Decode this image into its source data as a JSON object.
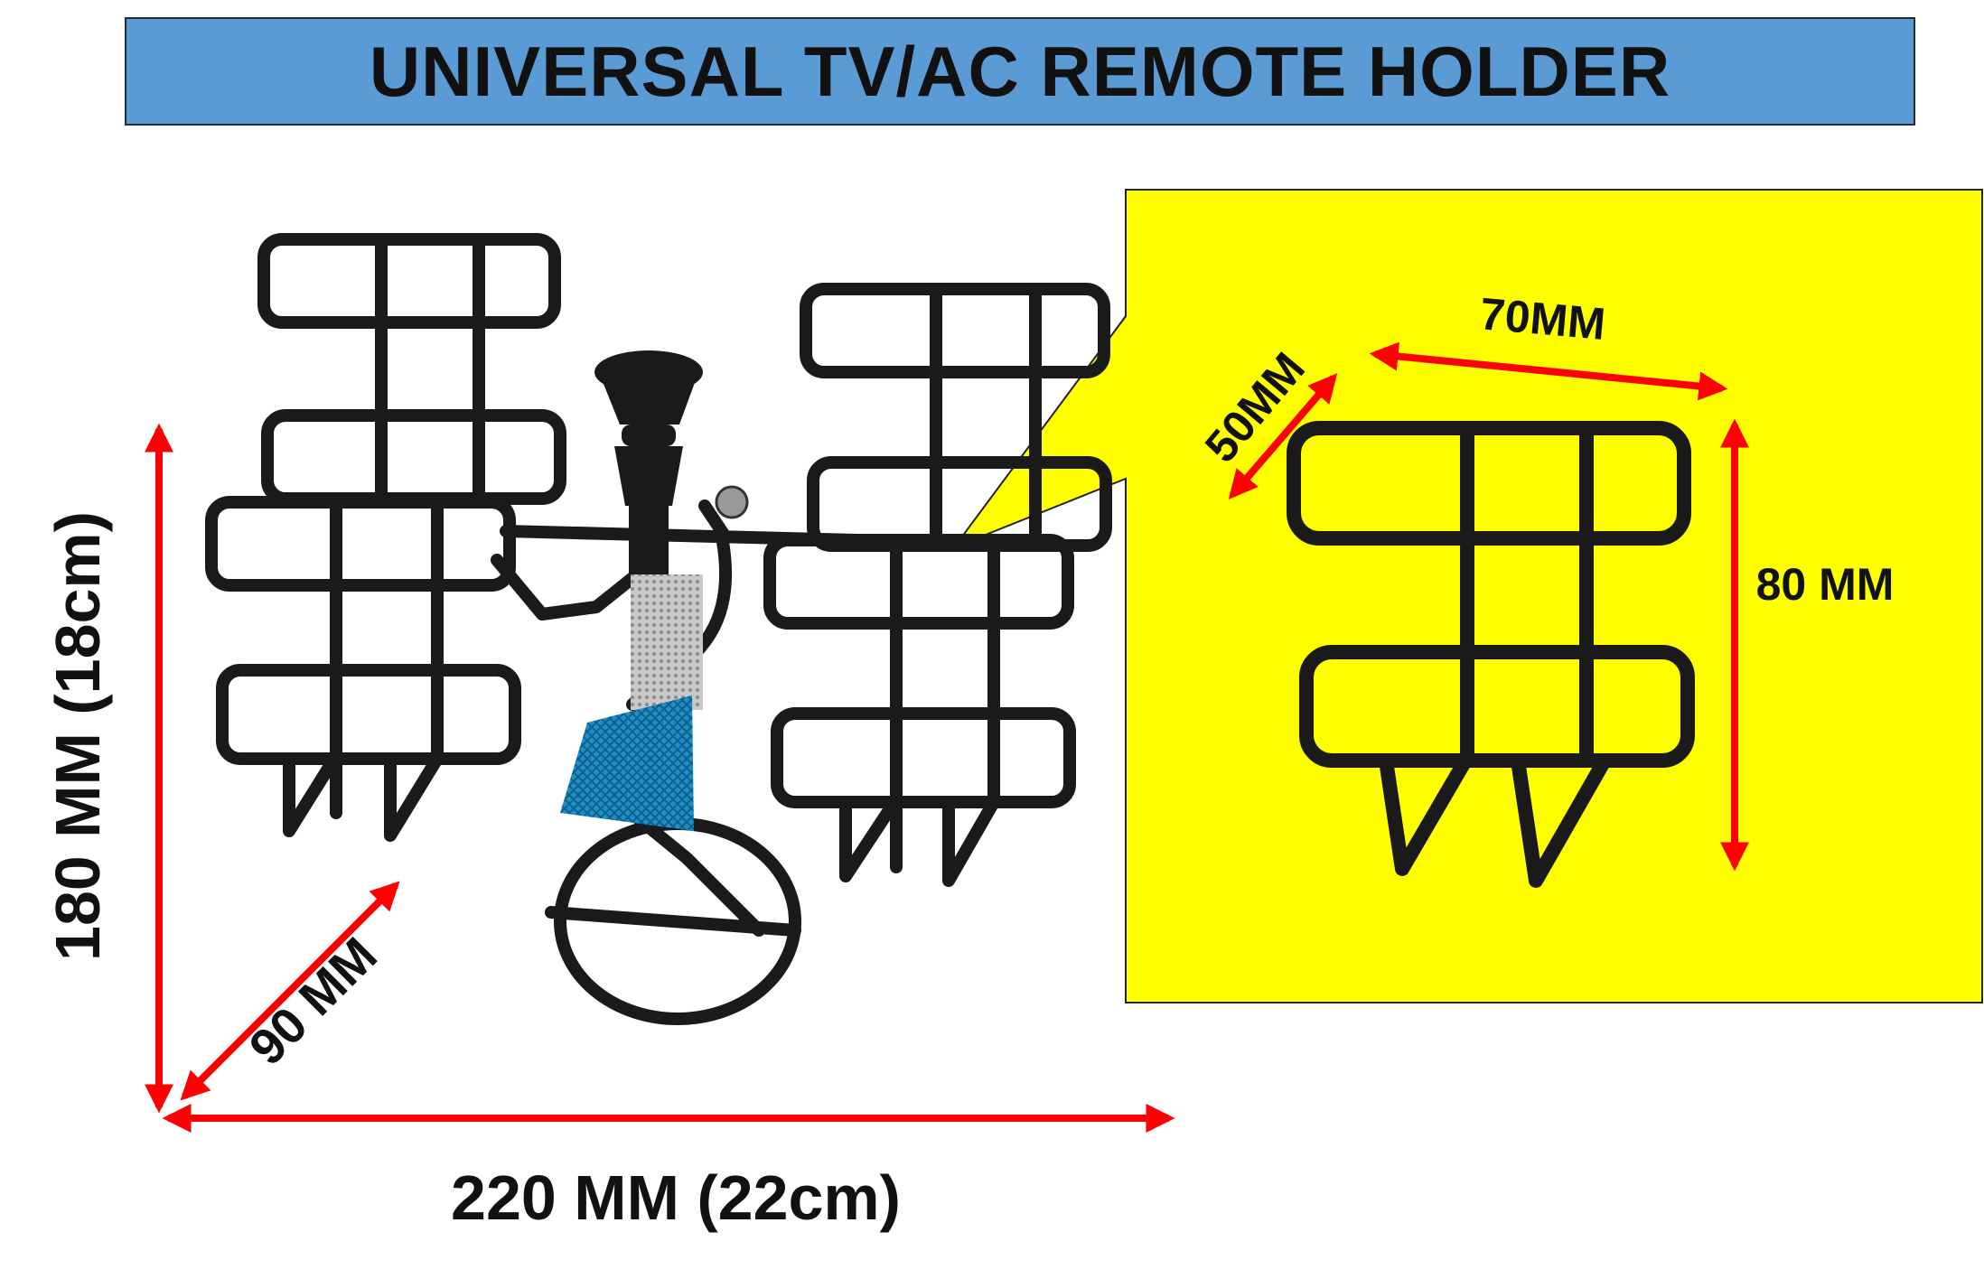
{
  "title": "UNIVERSAL TV/AC REMOTE HOLDER",
  "dimensions": {
    "height": "180 MM (18cm)",
    "width": "220 MM (22cm)",
    "depth": "90 MM",
    "slot_width": "70MM",
    "slot_depth": "50MM",
    "slot_height": "80 MM"
  },
  "colors": {
    "banner": "#5b9bd5",
    "callout": "#ffff00",
    "arrow": "#ff0000",
    "metal": "#1a1a1a",
    "figure_skirt": "#1e90c8"
  }
}
